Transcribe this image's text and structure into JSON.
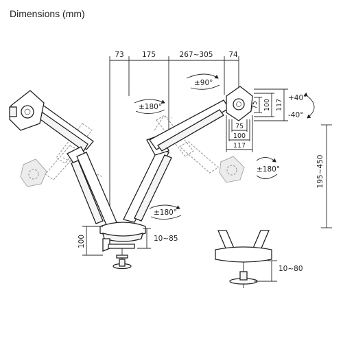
{
  "title": "Dimensions (mm)",
  "top_dimensions": [
    "73",
    "175",
    "267~305",
    "74"
  ],
  "vesa": {
    "height_outer": "117",
    "height_mid": "100",
    "height_inner": "75",
    "width_inner": "75",
    "width_mid": "100",
    "width_outer": "117"
  },
  "tilt": {
    "up": "+40°",
    "down": "-40°"
  },
  "rotations": {
    "screen": "±90°",
    "left_joint": "±180°",
    "right_joint": "±180°",
    "base": "±180°"
  },
  "height_range": "195~450",
  "clamp": {
    "base_height": "100",
    "clamp_range": "10~85"
  },
  "grommet": {
    "range": "10~80"
  }
}
